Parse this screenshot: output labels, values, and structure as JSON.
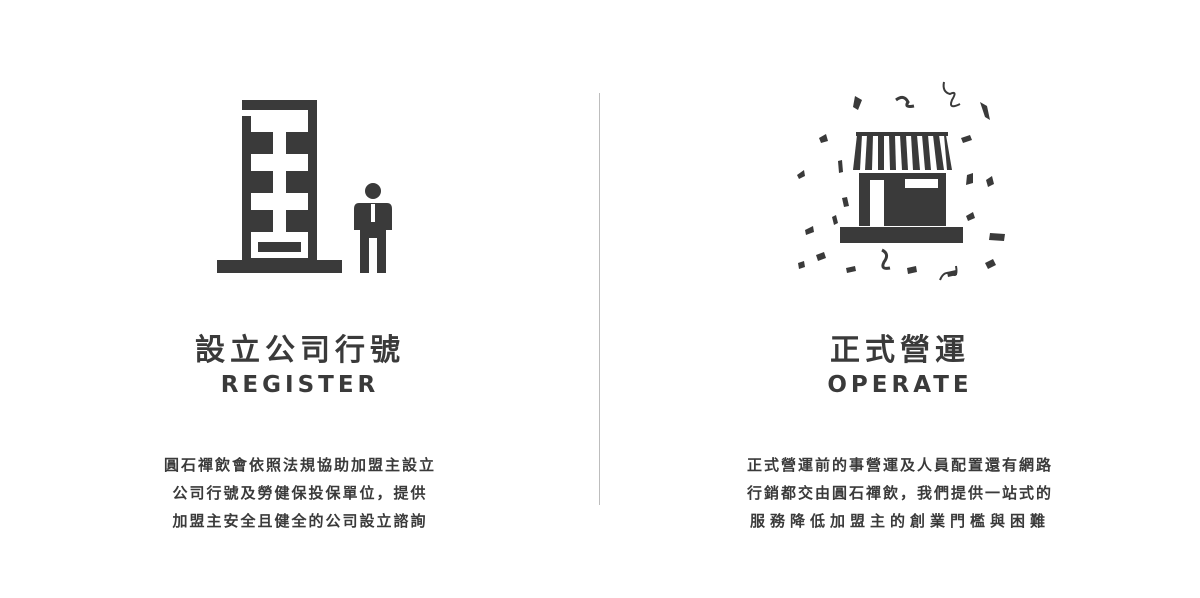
{
  "register": {
    "title": "設立公司行號",
    "subtitle": "REGISTER",
    "lines": [
      "圓石禪飲會依照法規協助加盟主設立",
      "公司行號及勞健保投保單位，提供",
      "加盟主安全且健全的公司設立諮詢"
    ],
    "icon": "building-person-icon"
  },
  "operate": {
    "title": "正式營運",
    "subtitle": "OPERATE",
    "lines": [
      "正式營運前的事營運及人員配置還有網路",
      "行銷都交由圓石禪飲，我們提供一站式的",
      "服務降低加盟主的創業門檻與困難"
    ],
    "icon": "storefront-confetti-icon"
  },
  "colors": {
    "icon": "#3a3a3a",
    "text": "#3a3a3a",
    "divider": "#bdbdbd",
    "background": "#ffffff"
  }
}
